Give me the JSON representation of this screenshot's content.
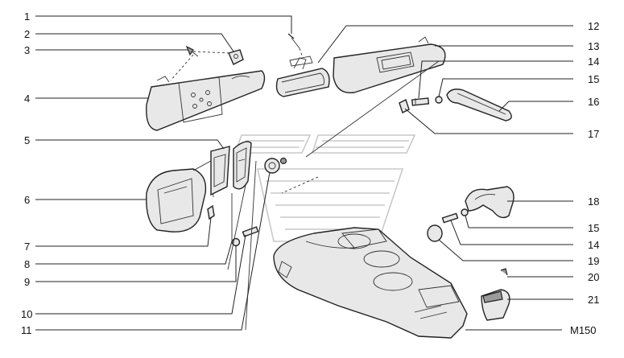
{
  "labels_left": [
    "1",
    "2",
    "3",
    "4",
    "5",
    "6",
    "7",
    "8",
    "9",
    "10",
    "11"
  ],
  "labels_right": [
    "12",
    "13",
    "14",
    "15",
    "16",
    "17",
    "18",
    "15",
    "14",
    "19",
    "20",
    "21",
    "M150"
  ],
  "colors": {
    "ink": "#222222",
    "fill": "#e8e8e8",
    "watermark": "#c9c9c9"
  }
}
